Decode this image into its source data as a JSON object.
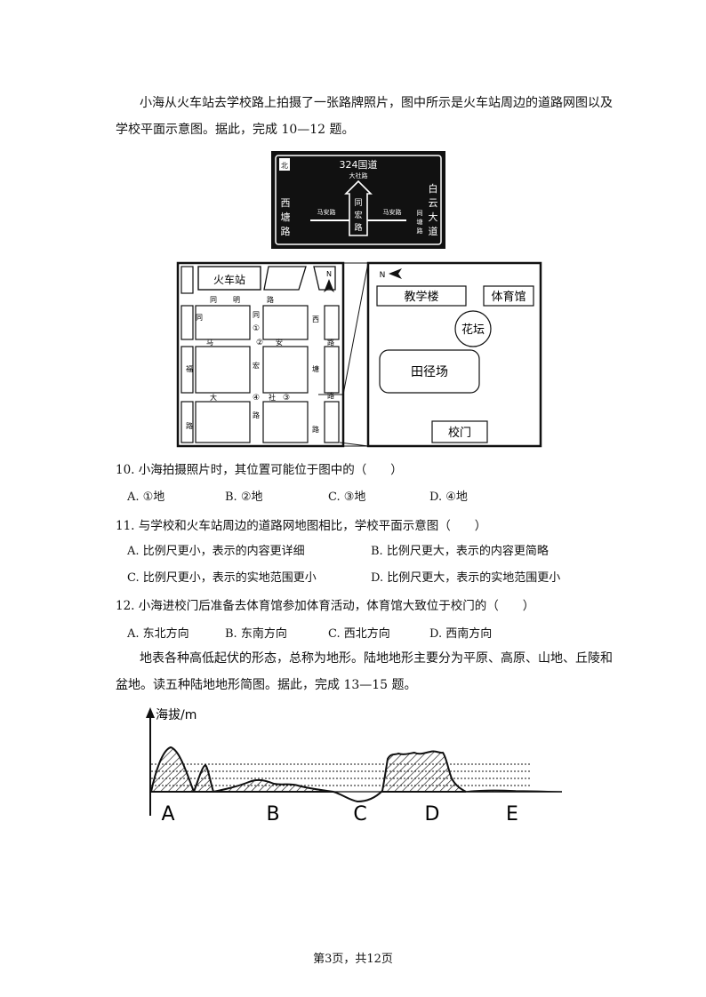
{
  "intro1": {
    "line1": "小海从火车站去学校路上拍摄了一张路牌照片，图中所示是火车站周边的道路网图以及",
    "line2": "学校平面示意图。据此，完成 10—12 题。"
  },
  "road_sign": {
    "north_mark": "北",
    "top": "324国道",
    "top_sub": "大社路",
    "center": [
      "同",
      "宏",
      "路"
    ],
    "left": [
      "西",
      "塘",
      "路"
    ],
    "right": [
      "白",
      "云",
      "大",
      "道"
    ],
    "right_small": [
      "同",
      "塘",
      "路"
    ],
    "left_arm": "马安路",
    "right_arm": "马安路"
  },
  "road_map": {
    "station": "火车站",
    "north": "N",
    "labels": {
      "tongming_1": "同",
      "tongming_2": "明",
      "tongming_3": "路",
      "tong_left": "同",
      "tongfu_1": "福",
      "tongfu_2": "路",
      "maan_1": "马",
      "maan_2": "安",
      "maan_3": "路",
      "hong": "宏",
      "tong_mid": "同",
      "lu_mid": "路",
      "xi_1": "西",
      "xi_2": "路",
      "xi_3": "塘",
      "xi_4": "路",
      "dashe_1": "大",
      "dashe_2": "社",
      "m1": "①",
      "m2": "②",
      "m3": "③",
      "m4": "④"
    }
  },
  "school_plan": {
    "north": "N",
    "teaching": "教学楼",
    "gym": "体育馆",
    "flowerbed": "花坛",
    "track": "田径场",
    "gate": "校门"
  },
  "questions": [
    {
      "stem": "10. 小海拍摄照片时，其位置可能位于图中的（　　）",
      "options": [
        "A. ①地",
        "B. ②地",
        "C. ③地",
        "D. ④地"
      ]
    },
    {
      "stem": "11. 与学校和火车站周边的道路网地图相比，学校平面示意图（　　）",
      "options": [
        "A. 比例尺更小，表示的内容更详细",
        "B. 比例尺更大，表示的内容更简略",
        "C. 比例尺更小，表示的实地范围更小",
        "D. 比例尺更大，表示的实地范围更小"
      ]
    },
    {
      "stem": "12. 小海进校门后准备去体育馆参加体育活动，体育馆大致位于校门的（　　）",
      "options": [
        "A. 东北方向",
        "B. 东南方向",
        "C. 西北方向",
        "D. 西南方向"
      ]
    }
  ],
  "intro2": {
    "line1": "地表各种高低起伏的形态，总称为地形。陆地地形主要分为平原、高原、山地、丘陵和",
    "line2": "盆地。读五种陆地地形简图。据此，完成 13—15 题。"
  },
  "terrain": {
    "ylabel": "海拔/m",
    "letters": [
      "A",
      "B",
      "C",
      "D",
      "E"
    ]
  },
  "footer": "第3页，共12页"
}
